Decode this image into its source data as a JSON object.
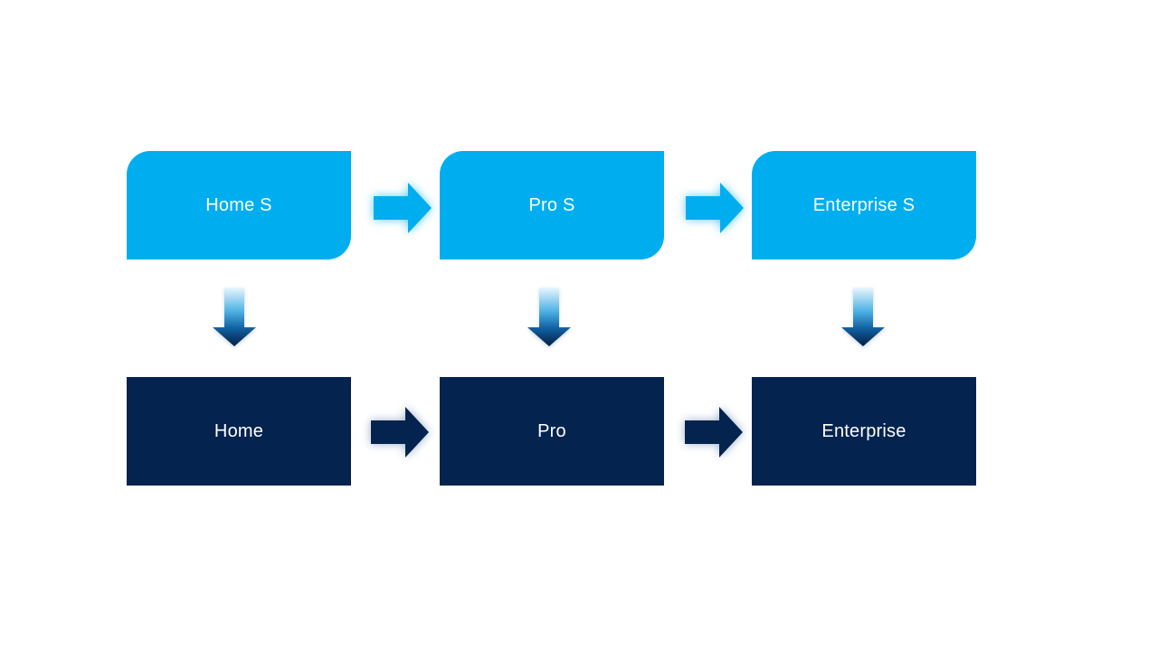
{
  "diagram": {
    "top_row": [
      {
        "label": "Home S"
      },
      {
        "label": "Pro S"
      },
      {
        "label": "Enterprise S"
      }
    ],
    "bottom_row": [
      {
        "label": "Home"
      },
      {
        "label": "Pro"
      },
      {
        "label": "Enterprise"
      }
    ],
    "colors": {
      "light_blue": "#00AEEF",
      "dark_navy": "#04234E",
      "text": "#FFFFFF",
      "background": "#FFFFFF",
      "down_arrow_gradient_top": "#EAF6FD",
      "down_arrow_gradient_mid": "#4FB3E4",
      "down_arrow_gradient_deep": "#1264A6",
      "down_arrow_gradient_bottom": "#031F45"
    }
  }
}
